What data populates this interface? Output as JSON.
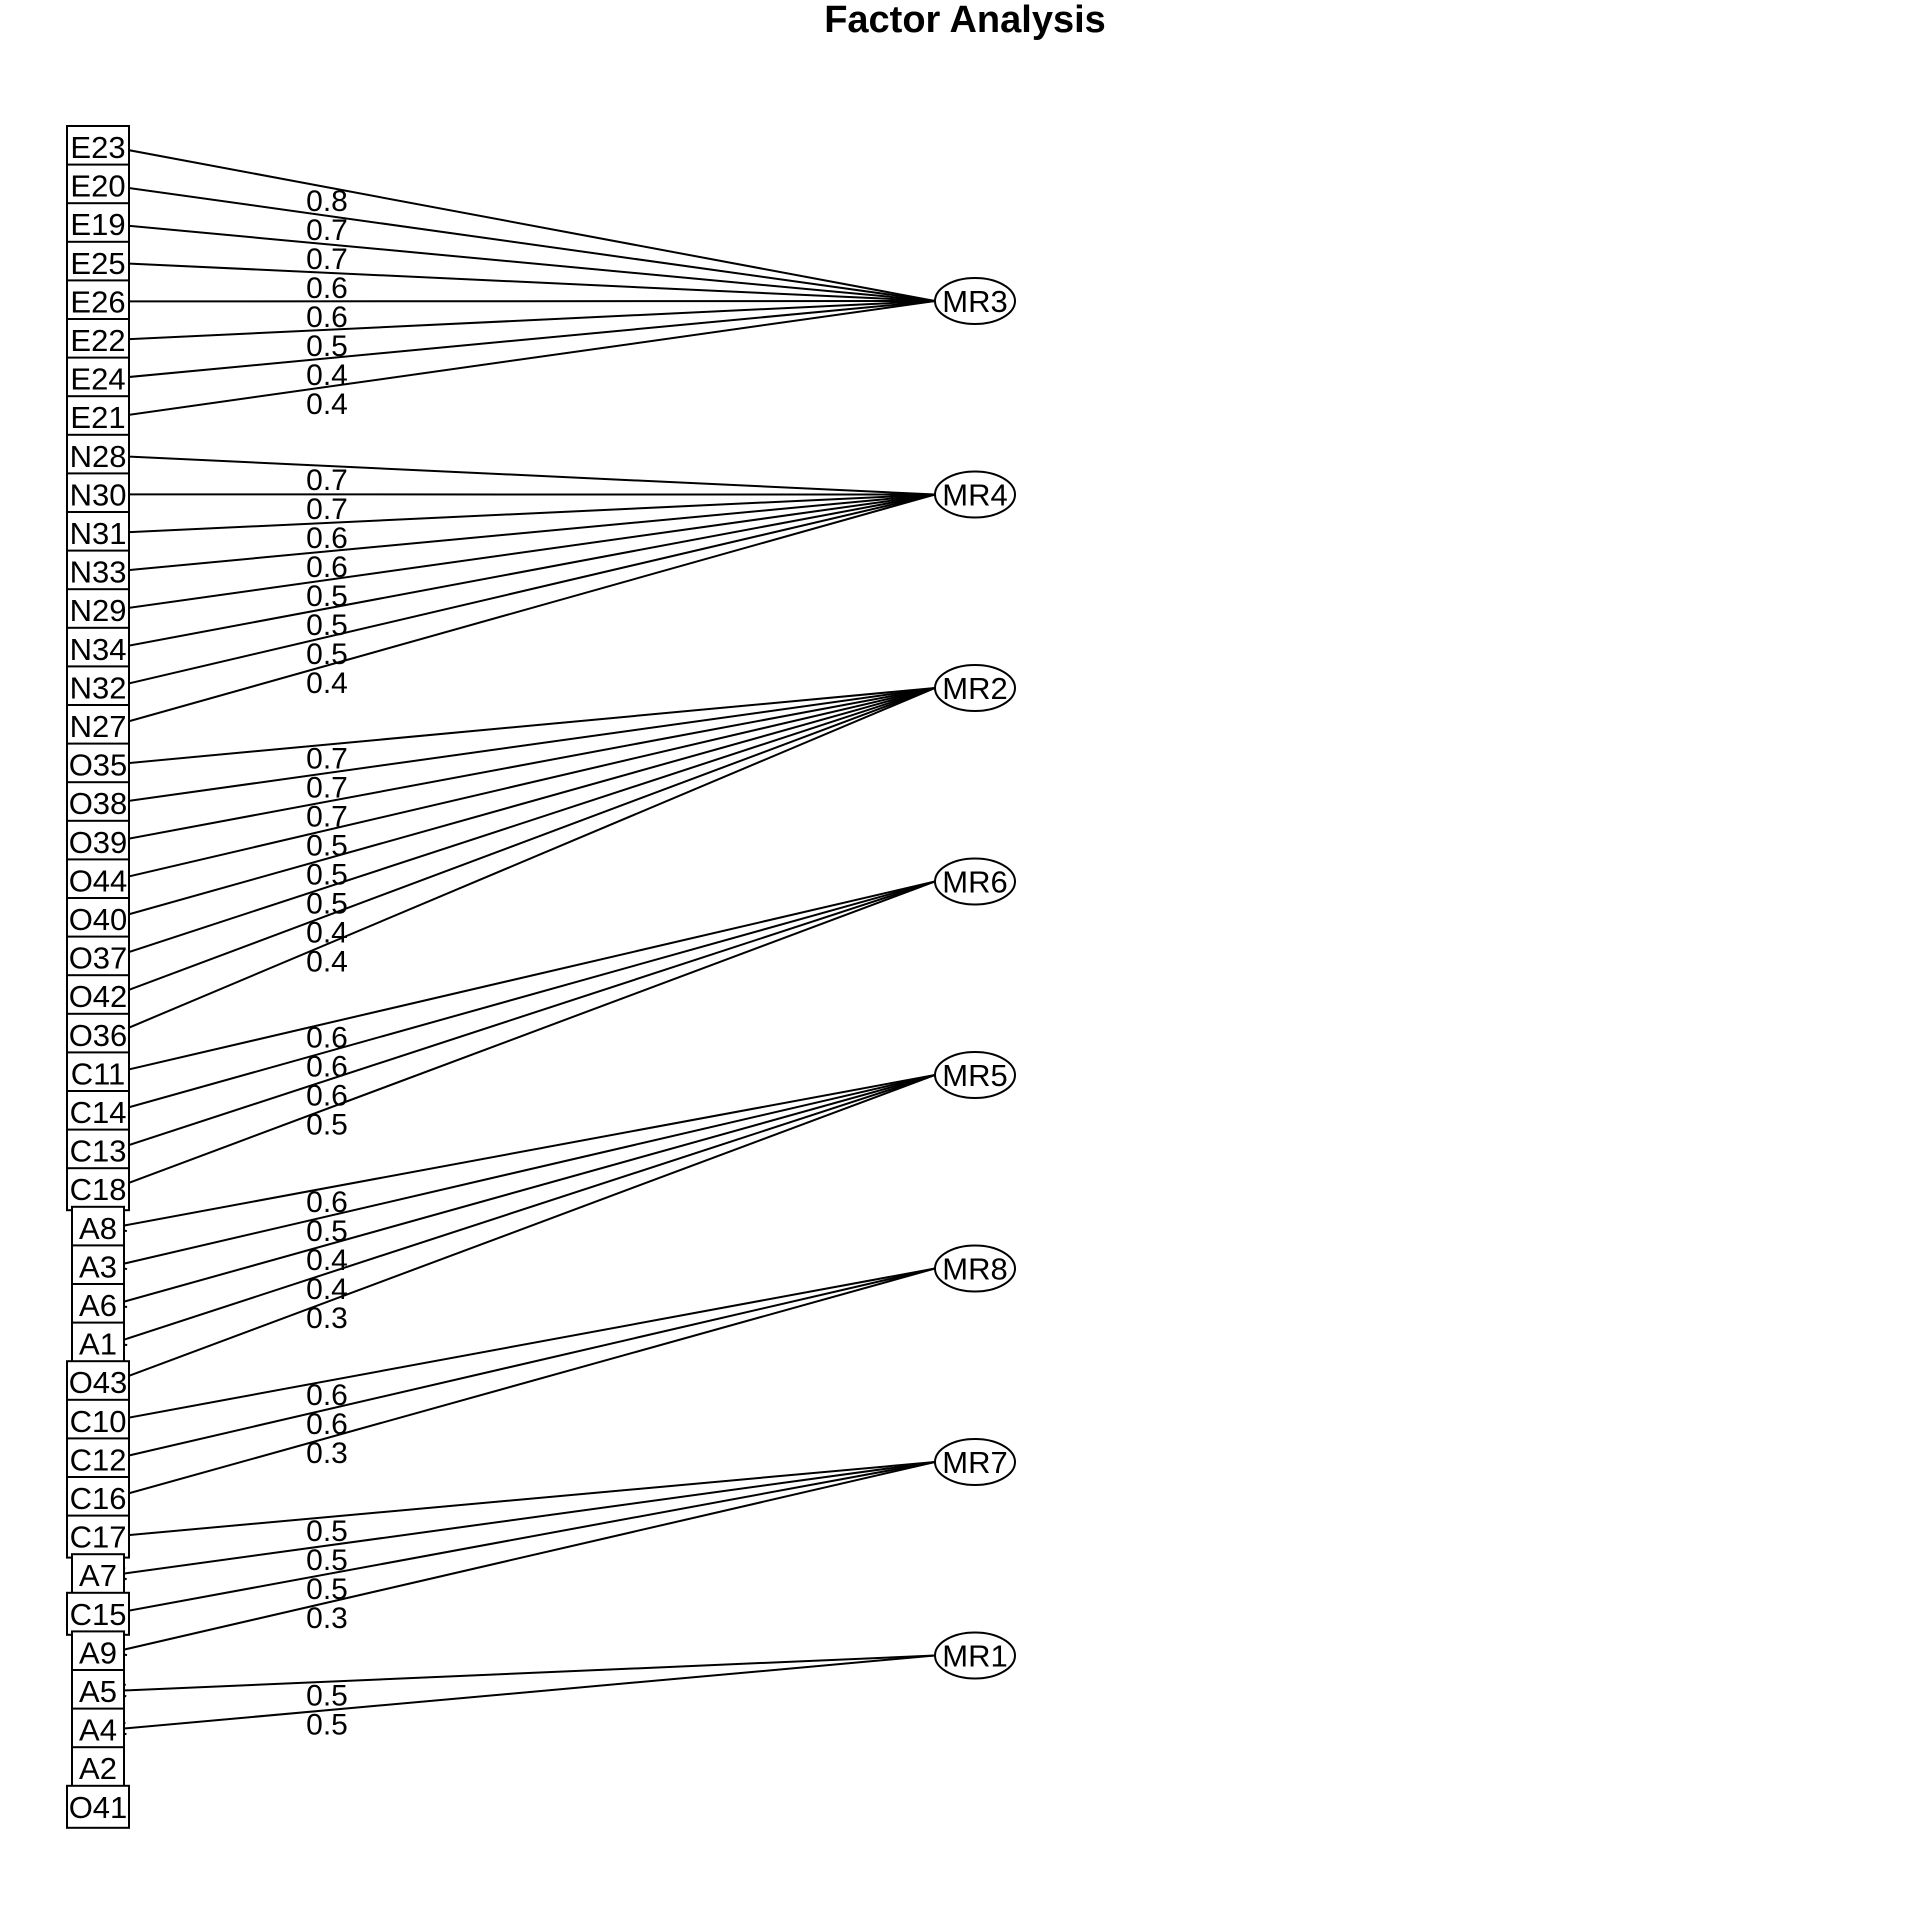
{
  "title": "Factor Analysis",
  "variables": [
    "E23",
    "E20",
    "E19",
    "E25",
    "E26",
    "E22",
    "E24",
    "E21",
    "N28",
    "N30",
    "N31",
    "N33",
    "N29",
    "N34",
    "N32",
    "N27",
    "O35",
    "O38",
    "O39",
    "O44",
    "O40",
    "O37",
    "O42",
    "O36",
    "C11",
    "C14",
    "C13",
    "C18",
    "A8",
    "A3",
    "A6",
    "A1",
    "O43",
    "C10",
    "C12",
    "C16",
    "C17",
    "A7",
    "C15",
    "A9",
    "A5",
    "A4",
    "A2",
    "O41"
  ],
  "factors": [
    "MR3",
    "MR4",
    "MR2",
    "MR6",
    "MR5",
    "MR8",
    "MR7",
    "MR1"
  ],
  "loadings": [
    {
      "factor": "MR3",
      "variable": "E23",
      "value": "0.8"
    },
    {
      "factor": "MR3",
      "variable": "E20",
      "value": "0.7"
    },
    {
      "factor": "MR3",
      "variable": "E19",
      "value": "0.7"
    },
    {
      "factor": "MR3",
      "variable": "E25",
      "value": "0.6"
    },
    {
      "factor": "MR3",
      "variable": "E26",
      "value": "0.6"
    },
    {
      "factor": "MR3",
      "variable": "E22",
      "value": "0.5"
    },
    {
      "factor": "MR3",
      "variable": "E24",
      "value": "0.4"
    },
    {
      "factor": "MR3",
      "variable": "E21",
      "value": "0.4"
    },
    {
      "factor": "MR4",
      "variable": "N28",
      "value": "0.7"
    },
    {
      "factor": "MR4",
      "variable": "N30",
      "value": "0.7"
    },
    {
      "factor": "MR4",
      "variable": "N31",
      "value": "0.6"
    },
    {
      "factor": "MR4",
      "variable": "N33",
      "value": "0.6"
    },
    {
      "factor": "MR4",
      "variable": "N29",
      "value": "0.5"
    },
    {
      "factor": "MR4",
      "variable": "N34",
      "value": "0.5"
    },
    {
      "factor": "MR4",
      "variable": "N32",
      "value": "0.5"
    },
    {
      "factor": "MR4",
      "variable": "N27",
      "value": "0.4"
    },
    {
      "factor": "MR2",
      "variable": "O35",
      "value": "0.7"
    },
    {
      "factor": "MR2",
      "variable": "O38",
      "value": "0.7"
    },
    {
      "factor": "MR2",
      "variable": "O39",
      "value": "0.7"
    },
    {
      "factor": "MR2",
      "variable": "O44",
      "value": "0.5"
    },
    {
      "factor": "MR2",
      "variable": "O40",
      "value": "0.5"
    },
    {
      "factor": "MR2",
      "variable": "O37",
      "value": "0.5"
    },
    {
      "factor": "MR2",
      "variable": "O42",
      "value": "0.4"
    },
    {
      "factor": "MR2",
      "variable": "O36",
      "value": "0.4"
    },
    {
      "factor": "MR6",
      "variable": "C11",
      "value": "0.6"
    },
    {
      "factor": "MR6",
      "variable": "C14",
      "value": "0.6"
    },
    {
      "factor": "MR6",
      "variable": "C13",
      "value": "0.6"
    },
    {
      "factor": "MR6",
      "variable": "C18",
      "value": "0.5"
    },
    {
      "factor": "MR5",
      "variable": "A8",
      "value": "0.6"
    },
    {
      "factor": "MR5",
      "variable": "A3",
      "value": "0.5"
    },
    {
      "factor": "MR5",
      "variable": "A6",
      "value": "0.4"
    },
    {
      "factor": "MR5",
      "variable": "A1",
      "value": "0.4"
    },
    {
      "factor": "MR5",
      "variable": "O43",
      "value": "0.3"
    },
    {
      "factor": "MR8",
      "variable": "C10",
      "value": "0.6"
    },
    {
      "factor": "MR8",
      "variable": "C12",
      "value": "0.6"
    },
    {
      "factor": "MR8",
      "variable": "C16",
      "value": "0.3"
    },
    {
      "factor": "MR7",
      "variable": "C17",
      "value": "0.5"
    },
    {
      "factor": "MR7",
      "variable": "A7",
      "value": "0.5"
    },
    {
      "factor": "MR7",
      "variable": "C15",
      "value": "0.5"
    },
    {
      "factor": "MR7",
      "variable": "A9",
      "value": "0.3"
    },
    {
      "factor": "MR1",
      "variable": "A5",
      "value": "0.5"
    },
    {
      "factor": "MR1",
      "variable": "A4",
      "value": "0.5"
    }
  ]
}
